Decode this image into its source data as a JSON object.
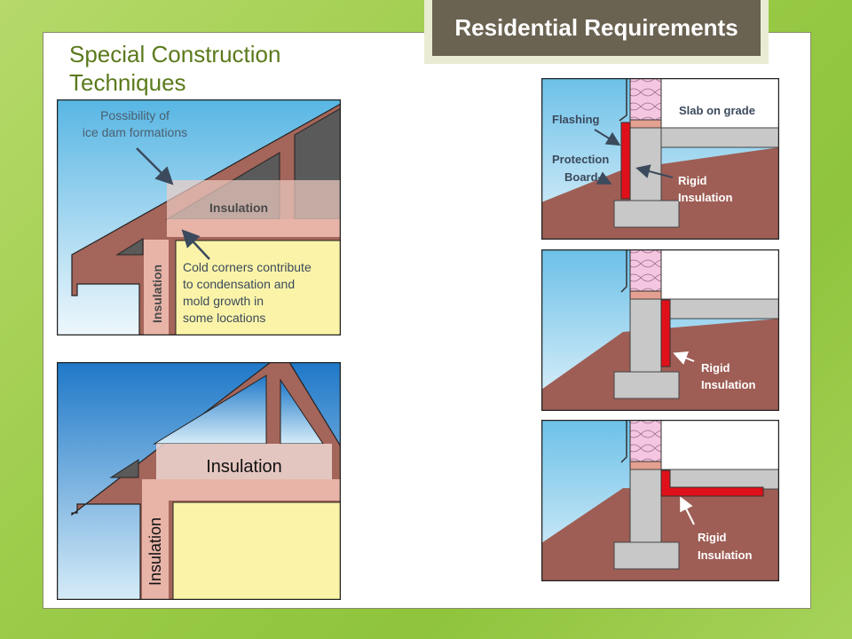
{
  "header": {
    "title": "Residential Requirements"
  },
  "heading": {
    "line1": "Special Construction",
    "line2": "Techniques"
  },
  "diagram_top_left": {
    "ice_dam_line1": "Possibility of",
    "ice_dam_line2": "ice dam formations",
    "insulation_attic": "Insulation",
    "insulation_wall": "Insulation",
    "cold_line1": "Cold corners contribute",
    "cold_line2": "to condensation and",
    "cold_line3": "mold growth in",
    "cold_line4": "some locations"
  },
  "diagram_bottom_left": {
    "insulation_attic": "Insulation",
    "insulation_wall": "Insulation"
  },
  "foundation_1": {
    "slab": "Slab on grade",
    "flashing": "Flashing",
    "protection1": "Protection",
    "protection2": "Board",
    "rigid1": "Rigid",
    "rigid2": "Insulation"
  },
  "foundation_2": {
    "rigid1": "Rigid",
    "rigid2": "Insulation"
  },
  "foundation_3": {
    "rigid1": "Rigid",
    "rigid2": "Insulation"
  },
  "colors": {
    "rafter": "#a4655a",
    "insulation": "#e8b4a8",
    "room": "#fbf4a8",
    "ground": "#9e5e55",
    "concrete": "#c8c8c8",
    "rigid": "#e0101a"
  }
}
